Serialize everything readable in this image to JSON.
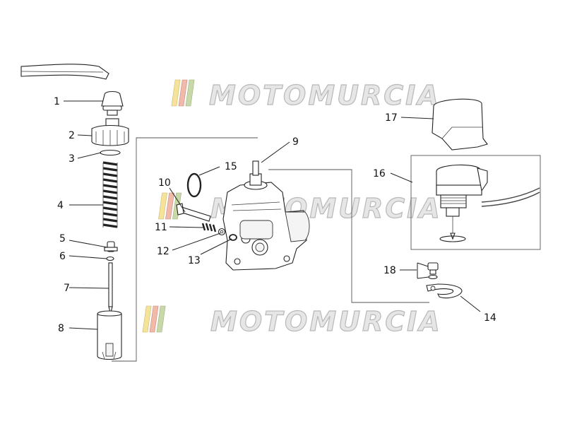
{
  "watermark": {
    "text": "MOTOMURCIA",
    "stripe_colors": [
      "#f6e39a",
      "#f2b9a8",
      "#c9d8a8",
      "#e0e0e0"
    ]
  },
  "callouts": {
    "c1": "1",
    "c2": "2",
    "c3": "3",
    "c4": "4",
    "c5": "5",
    "c6": "6",
    "c7": "7",
    "c8": "8",
    "c9": "9",
    "c10": "10",
    "c11": "11",
    "c12": "12",
    "c13": "13",
    "c14": "14",
    "c15": "15",
    "c16": "16",
    "c17": "17",
    "c18": "18"
  }
}
